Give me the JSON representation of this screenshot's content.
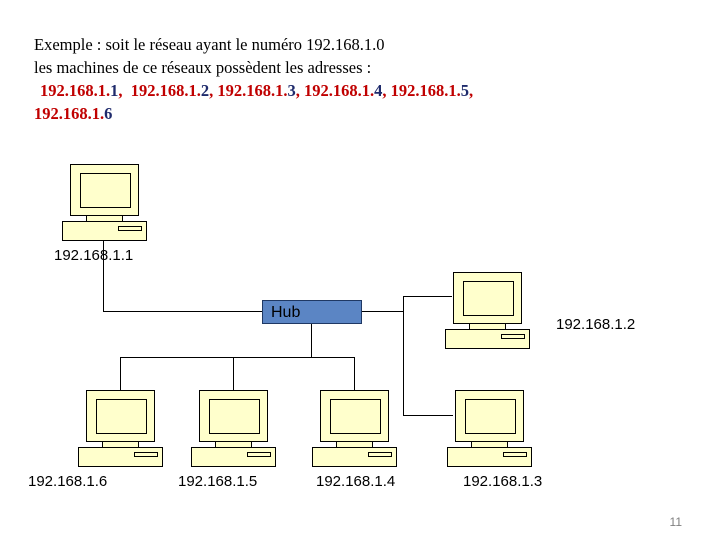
{
  "slide": {
    "page_number": "11",
    "background": "#ffffff"
  },
  "header": {
    "line1": "Exemple  :  soit le réseau  ayant le numéro 192.168.1.0",
    "line2": "les machines de ce réseaux possèdent les adresses :",
    "network_address": "192.168.1.0",
    "addresses_prefix": "192.168.1.",
    "addresses": [
      {
        "prefix": "192.168.1.",
        "last": "1"
      },
      {
        "prefix": "192.168.1.",
        "last": "2"
      },
      {
        "prefix": "192.168.1.",
        "last": "3"
      },
      {
        "prefix": "192.168.1.",
        "last": "4"
      },
      {
        "prefix": "192.168.1.",
        "last": "5"
      },
      {
        "prefix": "192.168.1.",
        "last": "6"
      }
    ],
    "separator": ",",
    "colors": {
      "text": "#000000",
      "ip_prefix": "#C00000",
      "ip_last_octet": "#1F2B6C"
    }
  },
  "diagram": {
    "hub": {
      "label": "Hub",
      "fill": "#5B85C4",
      "border": "#1F3864"
    },
    "device_colors": {
      "fill": "#FFFFCC",
      "stroke": "#000000"
    },
    "nodes": [
      {
        "id": "pc1",
        "label": "192.168.1.1",
        "position": "top-left"
      },
      {
        "id": "pc2",
        "label": "192.168.1.2",
        "position": "right-upper"
      },
      {
        "id": "pc3",
        "label": "192.168.1.3",
        "position": "bottom-right"
      },
      {
        "id": "pc4",
        "label": "192.168.1.4",
        "position": "bottom-center-right"
      },
      {
        "id": "pc5",
        "label": "192.168.1.5",
        "position": "bottom-center-left"
      },
      {
        "id": "pc6",
        "label": "192.168.1.6",
        "position": "bottom-left"
      }
    ]
  }
}
